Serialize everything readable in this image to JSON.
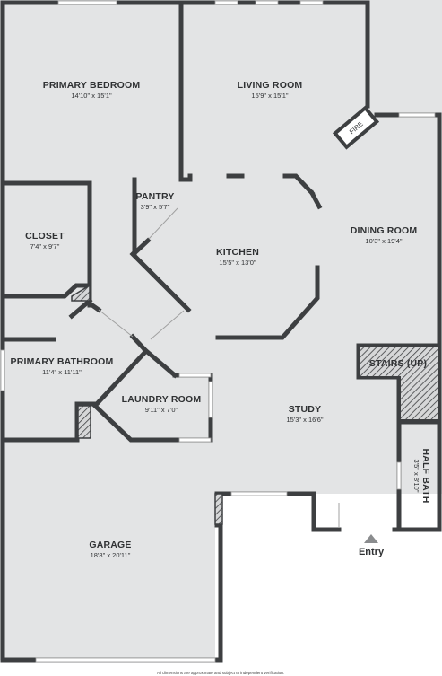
{
  "rooms": {
    "primary_bedroom": {
      "name": "PRIMARY BEDROOM",
      "dims": "14'10\" x 15'1\""
    },
    "living_room": {
      "name": "LIVING ROOM",
      "dims": "15'9\" x 15'1\""
    },
    "pantry": {
      "name": "PANTRY",
      "dims": "3'9\" x 5'7\""
    },
    "closet": {
      "name": "CLOSET",
      "dims": "7'4\" x 9'7\""
    },
    "kitchen": {
      "name": "KITCHEN",
      "dims": "15'5\" x 13'0\""
    },
    "dining_room": {
      "name": "DINING ROOM",
      "dims": "10'3\" x 19'4\""
    },
    "primary_bathroom": {
      "name": "PRIMARY BATHROOM",
      "dims": "11'4\" x 11'11\""
    },
    "laundry_room": {
      "name": "LAUNDRY ROOM",
      "dims": "9'11\" x 7'0\""
    },
    "study": {
      "name": "STUDY",
      "dims": "15'3\" x 16'6\""
    },
    "stairs": {
      "name": "STAIRS (UP)"
    },
    "half_bath": {
      "name": "HALF BATH",
      "dims": "3'5\" x 8'10\""
    },
    "garage": {
      "name": "GARAGE",
      "dims": "18'8\" x 20'11\""
    }
  },
  "fireplace_label": "FIRE",
  "entry_label": "Entry",
  "disclaimer": "All dimensions are approximate and subject to independent verification.",
  "colors": {
    "floor": "#e3e4e5",
    "wall": "#3d3f41",
    "hatch": "#3d3f41",
    "entry_arrow": "#8a8c8e"
  }
}
